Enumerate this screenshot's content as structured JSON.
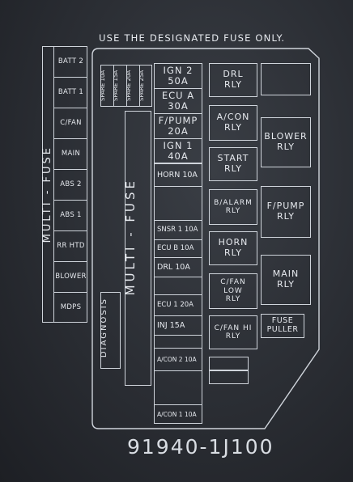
{
  "notice": "USE THE DESIGNATED FUSE ONLY.",
  "left_panel": {
    "title": "MULTI - FUSE",
    "items": [
      "BATT 2",
      "BATT 1",
      "C/FAN",
      "MAIN",
      "ABS 2",
      "ABS 1",
      "RR HTD",
      "BLOWER",
      "MDPS"
    ]
  },
  "spares": [
    "SPARE 10A",
    "SPARE 15A",
    "SPARE 20A",
    "SPARE 25A"
  ],
  "fuses_top": [
    {
      "name": "IGN 2",
      "rating": "50A"
    },
    {
      "name": "ECU A",
      "rating": "30A"
    },
    {
      "name": "F/PUMP",
      "rating": "20A"
    },
    {
      "name": "IGN 1",
      "rating": "40A"
    }
  ],
  "center_label": "MULTI - FUSE",
  "diagnosis_label": "DIAGNOSIS",
  "fuse_list": [
    "HORN 10A",
    "SNSR 1 10A",
    "ECU B 10A",
    "DRL 10A",
    "ECU 1 20A",
    "INJ 15A",
    "A/CON 2 10A",
    "A/CON 1 10A"
  ],
  "relays_left": [
    {
      "line1": "DRL",
      "line2": "RLY"
    },
    {
      "line1": "A/CON",
      "line2": "RLY"
    },
    {
      "line1": "START",
      "line2": "RLY"
    },
    {
      "line1": "B/ALARM",
      "line2": "RLY"
    },
    {
      "line1": "HORN",
      "line2": "RLY"
    },
    {
      "line1": "C/FAN LOW",
      "line2": "RLY"
    },
    {
      "line1": "C/FAN HI",
      "line2": "RLY"
    }
  ],
  "relays_right": [
    {
      "line1": "BLOWER",
      "line2": "RLY"
    },
    {
      "line1": "F/PUMP",
      "line2": "RLY"
    },
    {
      "line1": "MAIN",
      "line2": "RLY"
    }
  ],
  "fuse_puller": {
    "line1": "FUSE",
    "line2": "PULLER"
  },
  "part_number": "91940-1J100",
  "colors": {
    "line": "#cfd4db",
    "background": "#2a2d33"
  }
}
